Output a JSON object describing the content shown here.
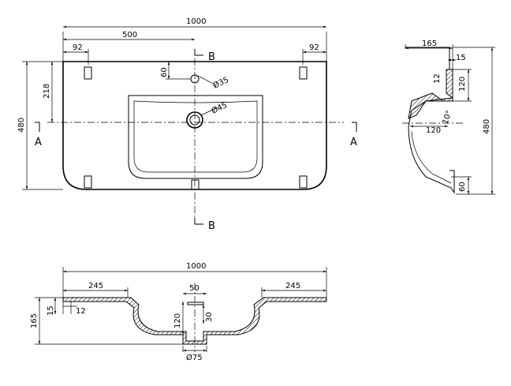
{
  "top_view": {
    "width": "1000",
    "half": "500",
    "edge_left": "92",
    "edge_right": "92",
    "depth": "480",
    "center_depth": "218",
    "tap_offset": "60",
    "tap_hole": "Ø35",
    "drain_hole": "Ø45",
    "section_a": "A",
    "section_b": "B"
  },
  "side_view": {
    "depth": "165",
    "rim": "15",
    "rim_thk": "12",
    "bowl_h": "120",
    "bowl_w": "120",
    "angle": "10°",
    "height": "480",
    "bottom": "60"
  },
  "front_view": {
    "width": "1000",
    "left_ledge": "245",
    "right_ledge": "245",
    "drain_w": "50",
    "total_h": "165",
    "rim": "15",
    "wall": "12",
    "bowl_depth": "120",
    "overflow": "30",
    "outlet": "Ø75"
  }
}
